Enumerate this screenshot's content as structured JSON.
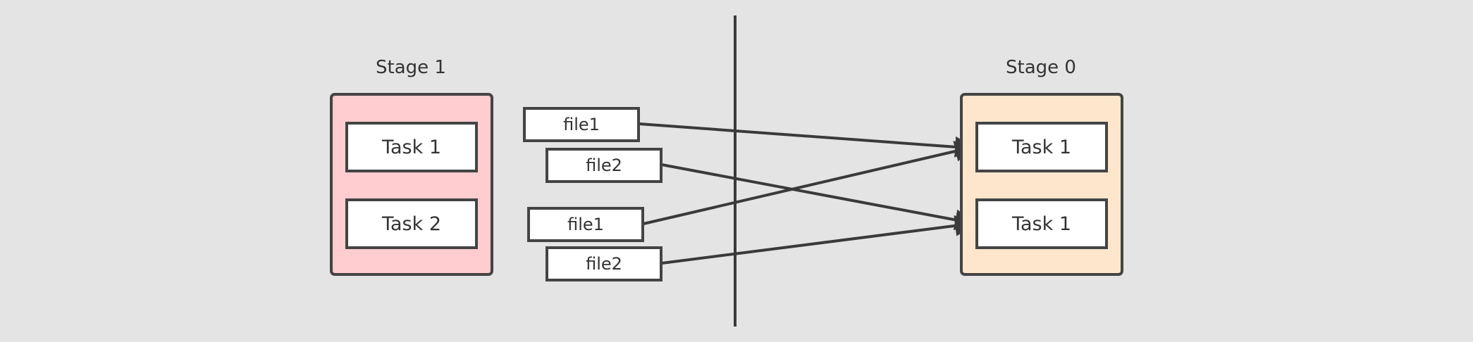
{
  "stages": {
    "left": {
      "title": "Stage 1",
      "color": "#ffcccf",
      "tasks": [
        "Task 1",
        "Task 2"
      ]
    },
    "right": {
      "title": "Stage 0",
      "color": "#fde6cc",
      "tasks": [
        "Task 1",
        "Task 1"
      ]
    }
  },
  "files": [
    "file1",
    "file2",
    "file1",
    "file2"
  ],
  "colors": {
    "background": "#e4e4e4",
    "stroke": "#444444",
    "box_fill": "#ffffff"
  }
}
